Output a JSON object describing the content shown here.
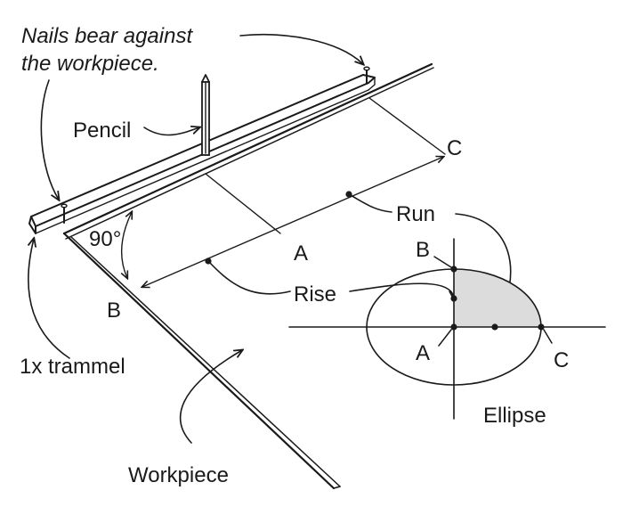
{
  "callouts": {
    "nails": [
      "Nails bear against",
      "the workpiece."
    ],
    "pencil": "Pencil",
    "angle": "90°",
    "trammel": "1x trammel",
    "workpiece": "Workpiece",
    "rise": "Rise",
    "run": "Run",
    "ellipse": "Ellipse"
  },
  "points": {
    "a_trammel": "A",
    "b_trammel": "B",
    "c_trammel": "C",
    "a_ellipse": "A",
    "b_ellipse": "B",
    "c_ellipse": "C"
  },
  "colors": {
    "ink": "#1a1a1a",
    "shade": "#dcdcdc"
  }
}
